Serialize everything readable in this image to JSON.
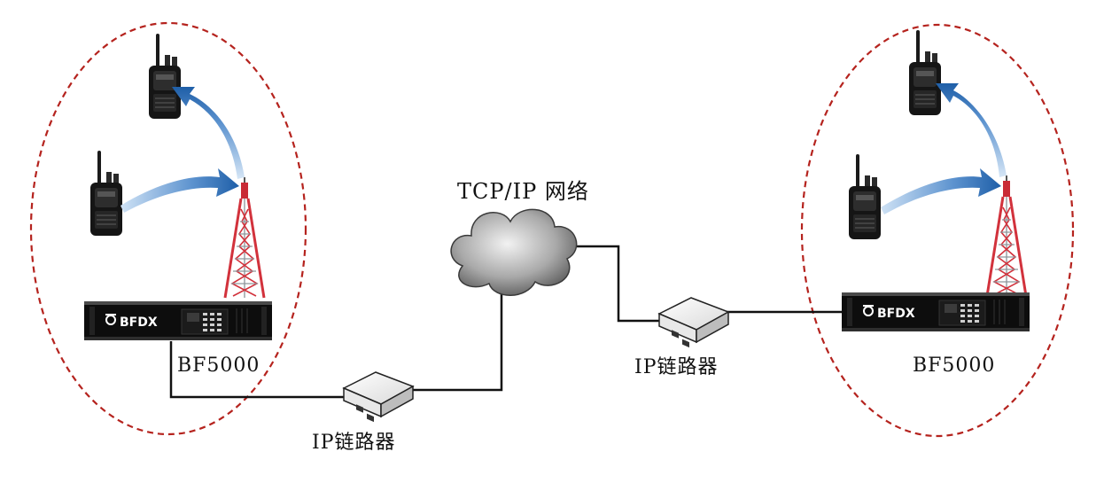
{
  "network_label": "TCP/IP 网络",
  "sites": [
    {
      "repeater_model": "BF5000",
      "brand": "BFDX",
      "router_label": "IP链路器"
    },
    {
      "repeater_model": "BF5000",
      "brand": "BFDX",
      "router_label": "IP链路器"
    }
  ],
  "colors": {
    "site_boundary": "#b5231e",
    "arrow": "#2e6fb5",
    "tower_red": "#d2323c",
    "cable": "#111111",
    "cloud": "#8a8a8a"
  }
}
